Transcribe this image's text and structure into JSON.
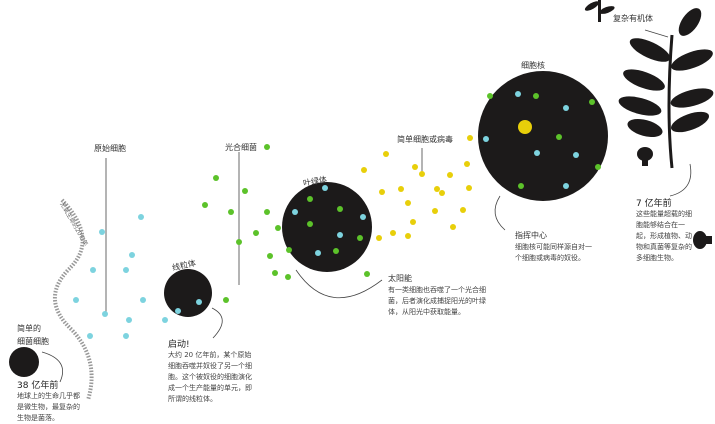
{
  "colors": {
    "cyan": "#7dd3df",
    "green": "#5cc22a",
    "yellow": "#e8cf0a",
    "dark": "#1c1a1a"
  },
  "labels": {
    "simple_bacteria": "简单的\n细菌细胞",
    "anaerobic_era": "无氧生命的20亿年",
    "primitive_cell": "原始细胞",
    "photosynthetic_bacteria": "光合细菌",
    "mitochondria": "线粒体",
    "chloroplast": "叶绿体",
    "simple_cell_or_virus": "简单细胞或病毒",
    "nucleus": "细胞核",
    "complex_organisms": "复杂有机体"
  },
  "notes": {
    "bya38": {
      "title": "38 亿年前",
      "text": "地球上的生命几乎都是微生物，最复杂的生物是菌落。"
    },
    "start": {
      "title": "启动!",
      "text": "大约 20 亿年前，某个原始细胞吞噬并奴役了另一个细胞。这个被奴役的细胞演化成一个生产能量的单元，即所谓的线粒体。"
    },
    "solar": {
      "title": "太阳能",
      "text": "有一类细胞也吞噬了一个光合细菌，后者演化成捕捉阳光的叶绿体，从阳光中获取能量。"
    },
    "command": {
      "title": "指挥中心",
      "text": "细胞核可能同样源自对一个细胞或病毒的奴役。"
    },
    "mya7": {
      "title": "7 亿年前",
      "text": "这些能量超载的细胞能够结合在一起，形成植物、动物和真菌等复杂的多细胞生物。"
    }
  }
}
